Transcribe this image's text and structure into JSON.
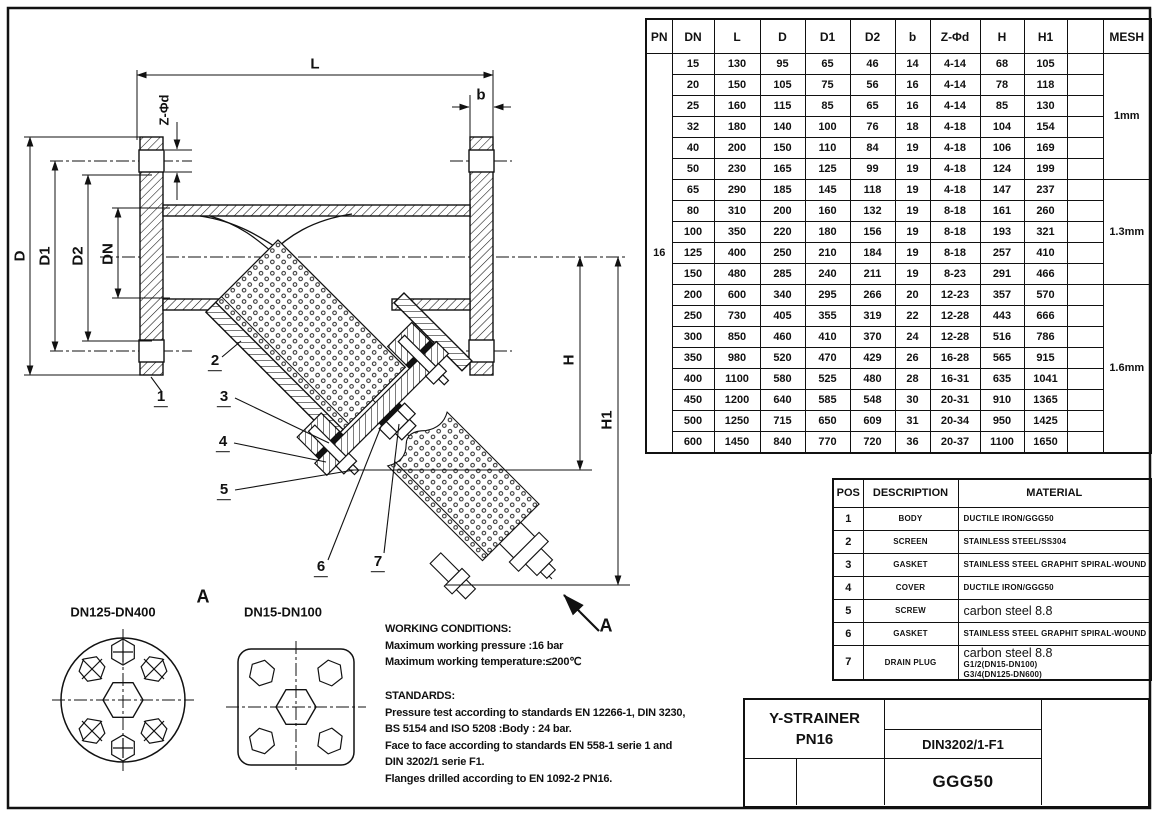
{
  "drawing": {
    "dimension_labels": {
      "L": "L",
      "b": "b",
      "ZPhid": "Z-Φd",
      "D": "D",
      "D1": "D1",
      "D2": "D2",
      "DN": "DN",
      "H": "H",
      "H1": "H1"
    },
    "part_numbers": [
      "1",
      "2",
      "3",
      "4",
      "5",
      "6",
      "7"
    ],
    "section_a": "A",
    "flange_views": [
      {
        "label": "DN125-DN400"
      },
      {
        "label": "DN15-DN100"
      }
    ]
  },
  "notes": {
    "working_conditions": {
      "title": "WORKING CONDITIONS:",
      "lines": [
        "Maximum working pressure :16 bar",
        "Maximum working temperature:≤200℃"
      ]
    },
    "standards": {
      "title": "STANDARDS:",
      "lines": [
        "Pressure test according to standards EN 12266-1, DIN 3230,",
        "BS 5154 and ISO 5208 :Body : 24 bar.",
        "Face to face according to standards EN 558-1 serie 1 and",
        "DIN 3202/1 serie F1.",
        "Flanges drilled according to EN 1092-2 PN16."
      ]
    }
  },
  "dimension_table": {
    "headers": [
      "PN",
      "DN",
      "L",
      "D",
      "D1",
      "D2",
      "b",
      "Z-Φd",
      "H",
      "H1",
      "",
      "MESH"
    ],
    "pn": "16",
    "groups": [
      {
        "mesh": "1mm",
        "rows": [
          [
            "15",
            "130",
            "95",
            "65",
            "46",
            "14",
            "4-14",
            "68",
            "105"
          ],
          [
            "20",
            "150",
            "105",
            "75",
            "56",
            "16",
            "4-14",
            "78",
            "118"
          ],
          [
            "25",
            "160",
            "115",
            "85",
            "65",
            "16",
            "4-14",
            "85",
            "130"
          ],
          [
            "32",
            "180",
            "140",
            "100",
            "76",
            "18",
            "4-18",
            "104",
            "154"
          ],
          [
            "40",
            "200",
            "150",
            "110",
            "84",
            "19",
            "4-18",
            "106",
            "169"
          ],
          [
            "50",
            "230",
            "165",
            "125",
            "99",
            "19",
            "4-18",
            "124",
            "199"
          ]
        ]
      },
      {
        "mesh": "1.3mm",
        "rows": [
          [
            "65",
            "290",
            "185",
            "145",
            "118",
            "19",
            "4-18",
            "147",
            "237"
          ],
          [
            "80",
            "310",
            "200",
            "160",
            "132",
            "19",
            "8-18",
            "161",
            "260"
          ],
          [
            "100",
            "350",
            "220",
            "180",
            "156",
            "19",
            "8-18",
            "193",
            "321"
          ],
          [
            "125",
            "400",
            "250",
            "210",
            "184",
            "19",
            "8-18",
            "257",
            "410"
          ],
          [
            "150",
            "480",
            "285",
            "240",
            "211",
            "19",
            "8-23",
            "291",
            "466"
          ]
        ]
      },
      {
        "mesh": "1.6mm",
        "rows": [
          [
            "200",
            "600",
            "340",
            "295",
            "266",
            "20",
            "12-23",
            "357",
            "570"
          ],
          [
            "250",
            "730",
            "405",
            "355",
            "319",
            "22",
            "12-28",
            "443",
            "666"
          ],
          [
            "300",
            "850",
            "460",
            "410",
            "370",
            "24",
            "12-28",
            "516",
            "786"
          ],
          [
            "350",
            "980",
            "520",
            "470",
            "429",
            "26",
            "16-28",
            "565",
            "915"
          ],
          [
            "400",
            "1100",
            "580",
            "525",
            "480",
            "28",
            "16-31",
            "635",
            "1041"
          ],
          [
            "450",
            "1200",
            "640",
            "585",
            "548",
            "30",
            "20-31",
            "910",
            "1365"
          ],
          [
            "500",
            "1250",
            "715",
            "650",
            "609",
            "31",
            "20-34",
            "950",
            "1425"
          ],
          [
            "600",
            "1450",
            "840",
            "770",
            "720",
            "36",
            "20-37",
            "1100",
            "1650"
          ]
        ]
      }
    ]
  },
  "parts_table": {
    "headers": [
      "POS",
      "DESCRIPTION",
      "MATERIAL"
    ],
    "rows": [
      {
        "pos": "1",
        "description": "BODY",
        "material": [
          "DUCTILE IRON/GGG50"
        ]
      },
      {
        "pos": "2",
        "description": "SCREEN",
        "material": [
          "STAINLESS STEEL/SS304"
        ]
      },
      {
        "pos": "3",
        "description": "GASKET",
        "material": [
          "STAINLESS STEEL GRAPHIT SPIRAL-WOUND"
        ]
      },
      {
        "pos": "4",
        "description": "COVER",
        "material": [
          "DUCTILE IRON/GGG50"
        ]
      },
      {
        "pos": "5",
        "description": "SCREW",
        "material": [
          "carbon steel 8.8"
        ]
      },
      {
        "pos": "6",
        "description": "GASKET",
        "material": [
          "STAINLESS STEEL GRAPHIT SPIRAL-WOUND"
        ]
      },
      {
        "pos": "7",
        "description": "DRAIN PLUG",
        "material": [
          "carbon steel 8.8",
          "G1/2(DN15-DN100)",
          "G3/4(DN125-DN600)"
        ]
      }
    ]
  },
  "title_block": {
    "name_line1": "Y-STRAINER",
    "name_line2": "PN16",
    "code": "DIN3202/1-F1",
    "material": "GGG50"
  }
}
